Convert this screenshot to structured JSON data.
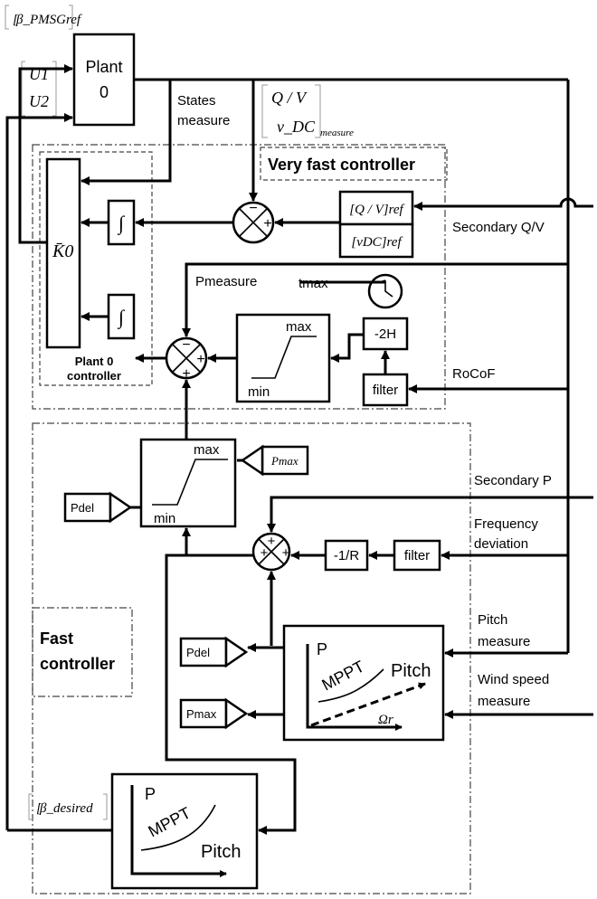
{
  "labels": {
    "beta_pmsg_ref": "β_PMSGref",
    "u1": "U1",
    "u2": "U2",
    "plant0_line1": "Plant",
    "plant0_line2": "0",
    "states_measure_line1": "States",
    "states_measure_line2": "measure",
    "qv_measure_top": "Q / V",
    "qv_measure_bottom": "v_DC",
    "qv_measure_sub": "measure",
    "very_fast_controller": "Very fast controller",
    "k0": "K̄0",
    "plant0_controller_line1": "Plant 0",
    "plant0_controller_line2": "controller",
    "qv_ref": "[Q / V]ref",
    "vdc_ref": "[vDC]ref",
    "secondary_qv": "Secondary Q/V",
    "p_measure": "Pmeasure",
    "t_max": "tmax",
    "max_label": "max",
    "min_label": "min",
    "minus_2h": "-2H",
    "filter": "filter",
    "rocof": "RoCoF",
    "secondary_p": "Secondary P",
    "p_max": "Pmax",
    "p_del": "Pdel",
    "frequency_deviation_line1": "Frequency",
    "frequency_deviation_line2": "deviation",
    "minus_1_over_r": "-1/R",
    "fast_controller_line1": "Fast",
    "fast_controller_line2": "controller",
    "pitch_measure_line1": "Pitch",
    "pitch_measure_line2": "measure",
    "wind_speed_line1": "Wind speed",
    "wind_speed_line2": "measure",
    "p_axis": "P",
    "mppt": "MPPT",
    "pitch": "Pitch",
    "omega_r": "Ωr",
    "beta_desired": "β_desired"
  }
}
